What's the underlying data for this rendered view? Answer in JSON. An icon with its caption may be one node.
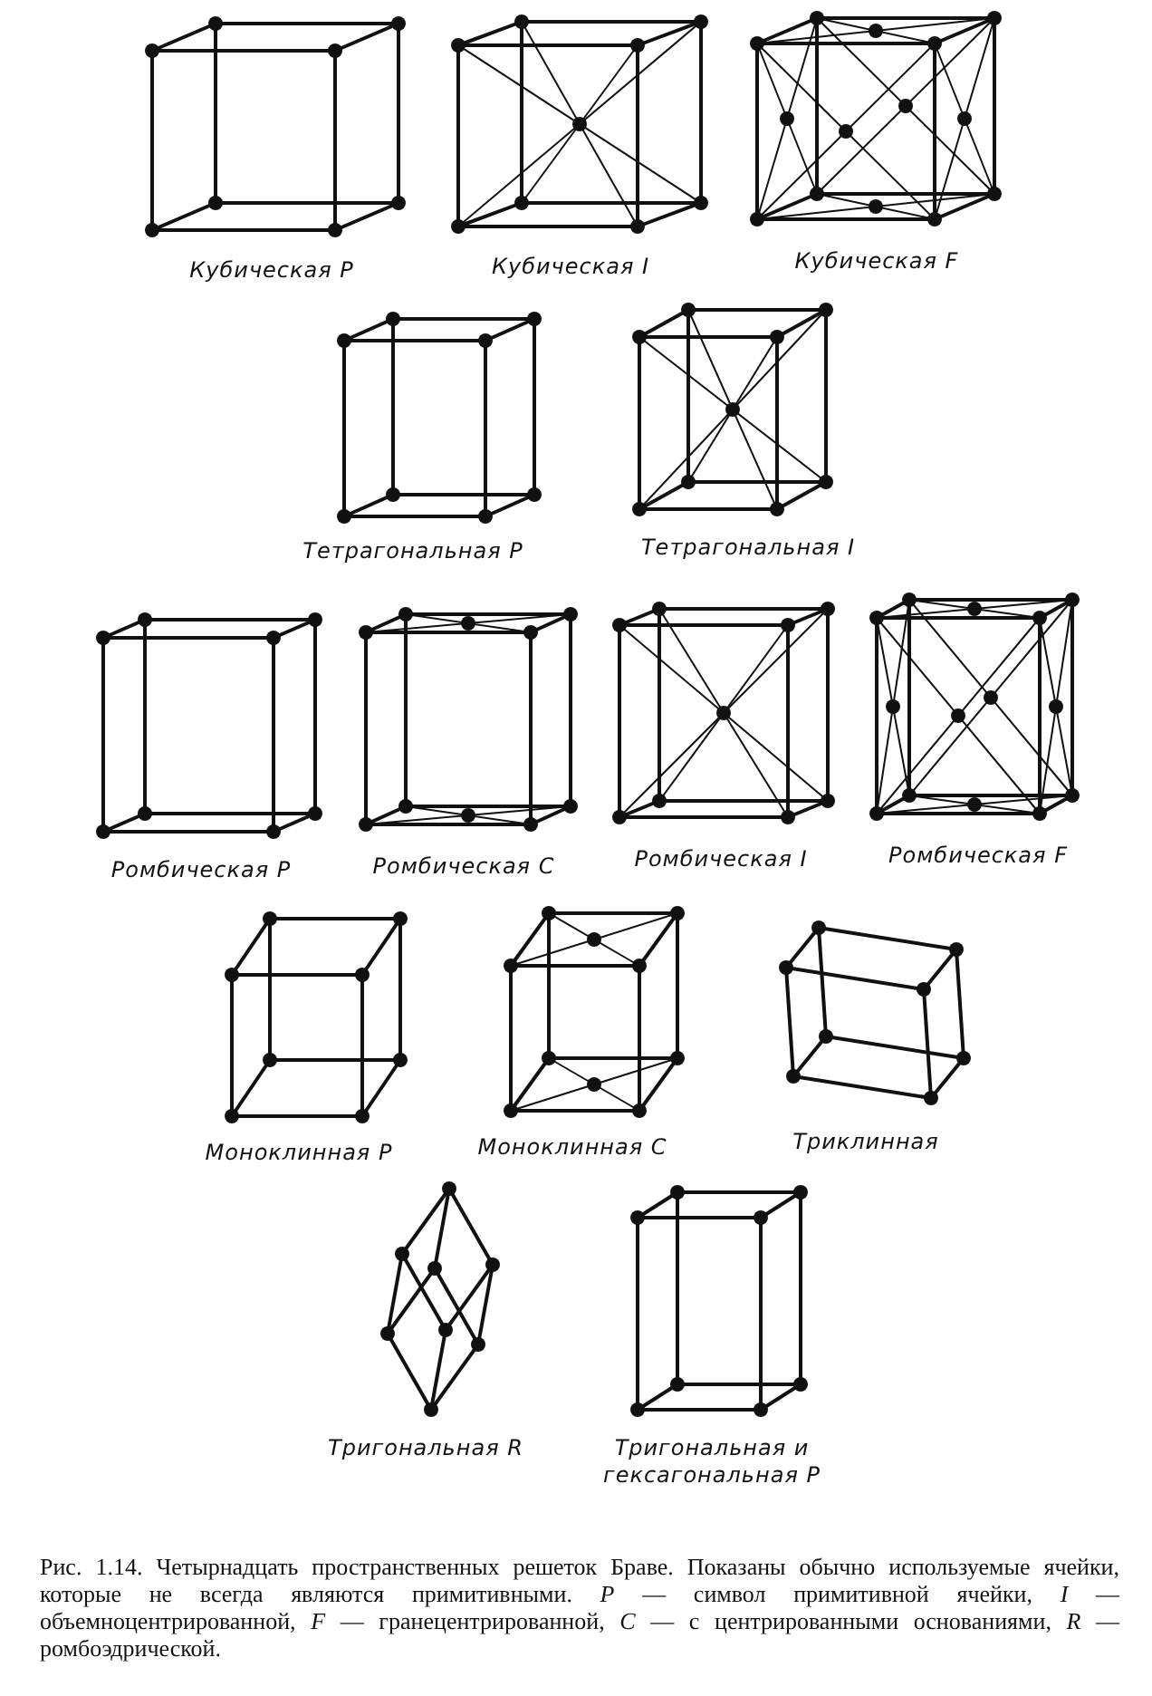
{
  "diagram": {
    "caption": "Рис. 1.14. Четырнадцать пространственных решеток Браве. Показаны обычно используемые ячейки, которые не всегда являются примитивными. *P* — символ примитивной ячейки, *I* — объемноцентрированной, *F* — гранецентрированной, *C* — с центрированными основаниями, *R* — ромбоэдрической.",
    "labels": [
      "Кубическая P",
      "Кубическая I",
      "Кубическая F",
      "Тетрагональная P",
      "Тетрагональная I",
      "Ромбическая P",
      "Ромбическая C",
      "Ромбическая I",
      "Ромбическая F",
      "Моноклинная P",
      "Моноклинная C",
      "Триклинная",
      "Тригональная R",
      "Тригональная и гексагональная P"
    ]
  }
}
